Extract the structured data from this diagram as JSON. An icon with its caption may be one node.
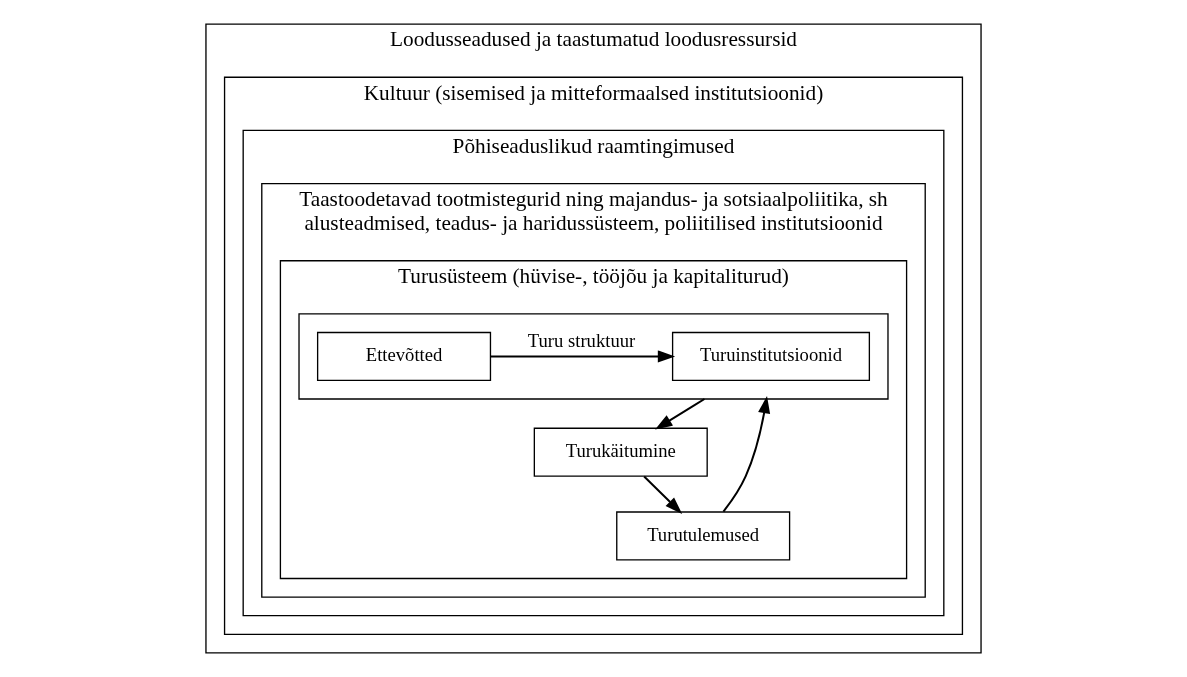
{
  "diagram": {
    "nodes": [
      {
        "text": [
          "Loodusseadused ja taastumatud loodusressursid"
        ]
      },
      {
        "text": [
          "Kultuur (sisemised ja mitteformaalsed institutsioonid)"
        ],
        "in": 0
      },
      {
        "text": [
          "Põhiseaduslikud raamtingimused"
        ],
        "in": 1
      },
      {
        "text": [
          "Taastoodetavad tootmistegurid ning majandus- ja sotsiaalpoliitika, sh alusteadmised, teadus- ja haridussüsteem, poliitilised institutsioonid"
        ],
        "in": 2
      },
      {
        "text": [
          "Turusüsteem (hüvise-, tööjõu ja kapitaliturud)"
        ],
        "in": 3
      },
      {
        "text": [],
        "shape": "box",
        "in": 4
      },
      {
        "text": [
          "Turuinstitutsioonid"
        ],
        "in": 5
      },
      {
        "text": [
          "Ettevõtted"
        ],
        "in": 5
      },
      {
        "text": [
          "Turukäitumine"
        ],
        "in": 4
      },
      {
        "text": [
          "Turutulemused"
        ],
        "in": 4
      }
    ],
    "edges": [
      {
        "from": 7,
        "to": 6,
        "arrow": "to",
        "label": "Turu struktuur"
      },
      {
        "from": 5,
        "to": 8,
        "arrow": "to"
      },
      {
        "from": 8,
        "to": 9,
        "arrow": "to"
      },
      {
        "from": 9,
        "to": 5,
        "arrow": "to"
      }
    ]
  }
}
